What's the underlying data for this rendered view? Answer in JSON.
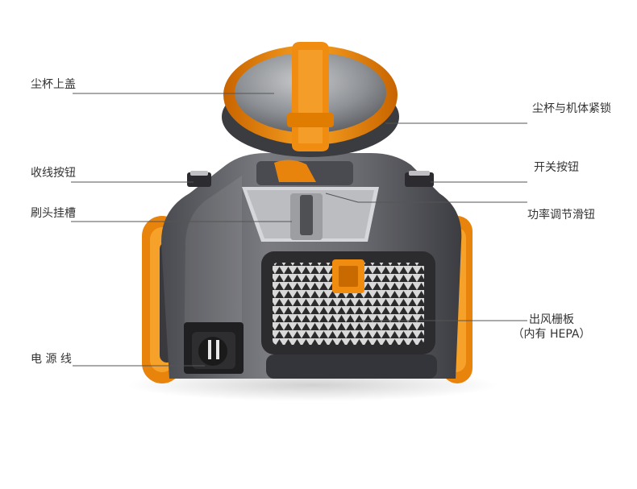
{
  "labels": {
    "lid": "尘杯上盖",
    "cup_lock": "尘杯与机体紧锁",
    "cord_rewind": "收线按钮",
    "power_switch": "开关按钮",
    "brush_holder": "刷头挂槽",
    "power_slider": "功率调节滑钮",
    "exhaust_grille": "出风栅板",
    "exhaust_note": "（内有 HEPA）",
    "power_cord": "电 源 线"
  },
  "colors": {
    "orange": "#f08c10",
    "orange_dark": "#c96a00",
    "body_gray": "#6e6e74",
    "body_dark": "#3e3f44",
    "lid_glass": "#9a9ca0",
    "grille": "#2c2c2e",
    "line": "#555555"
  }
}
